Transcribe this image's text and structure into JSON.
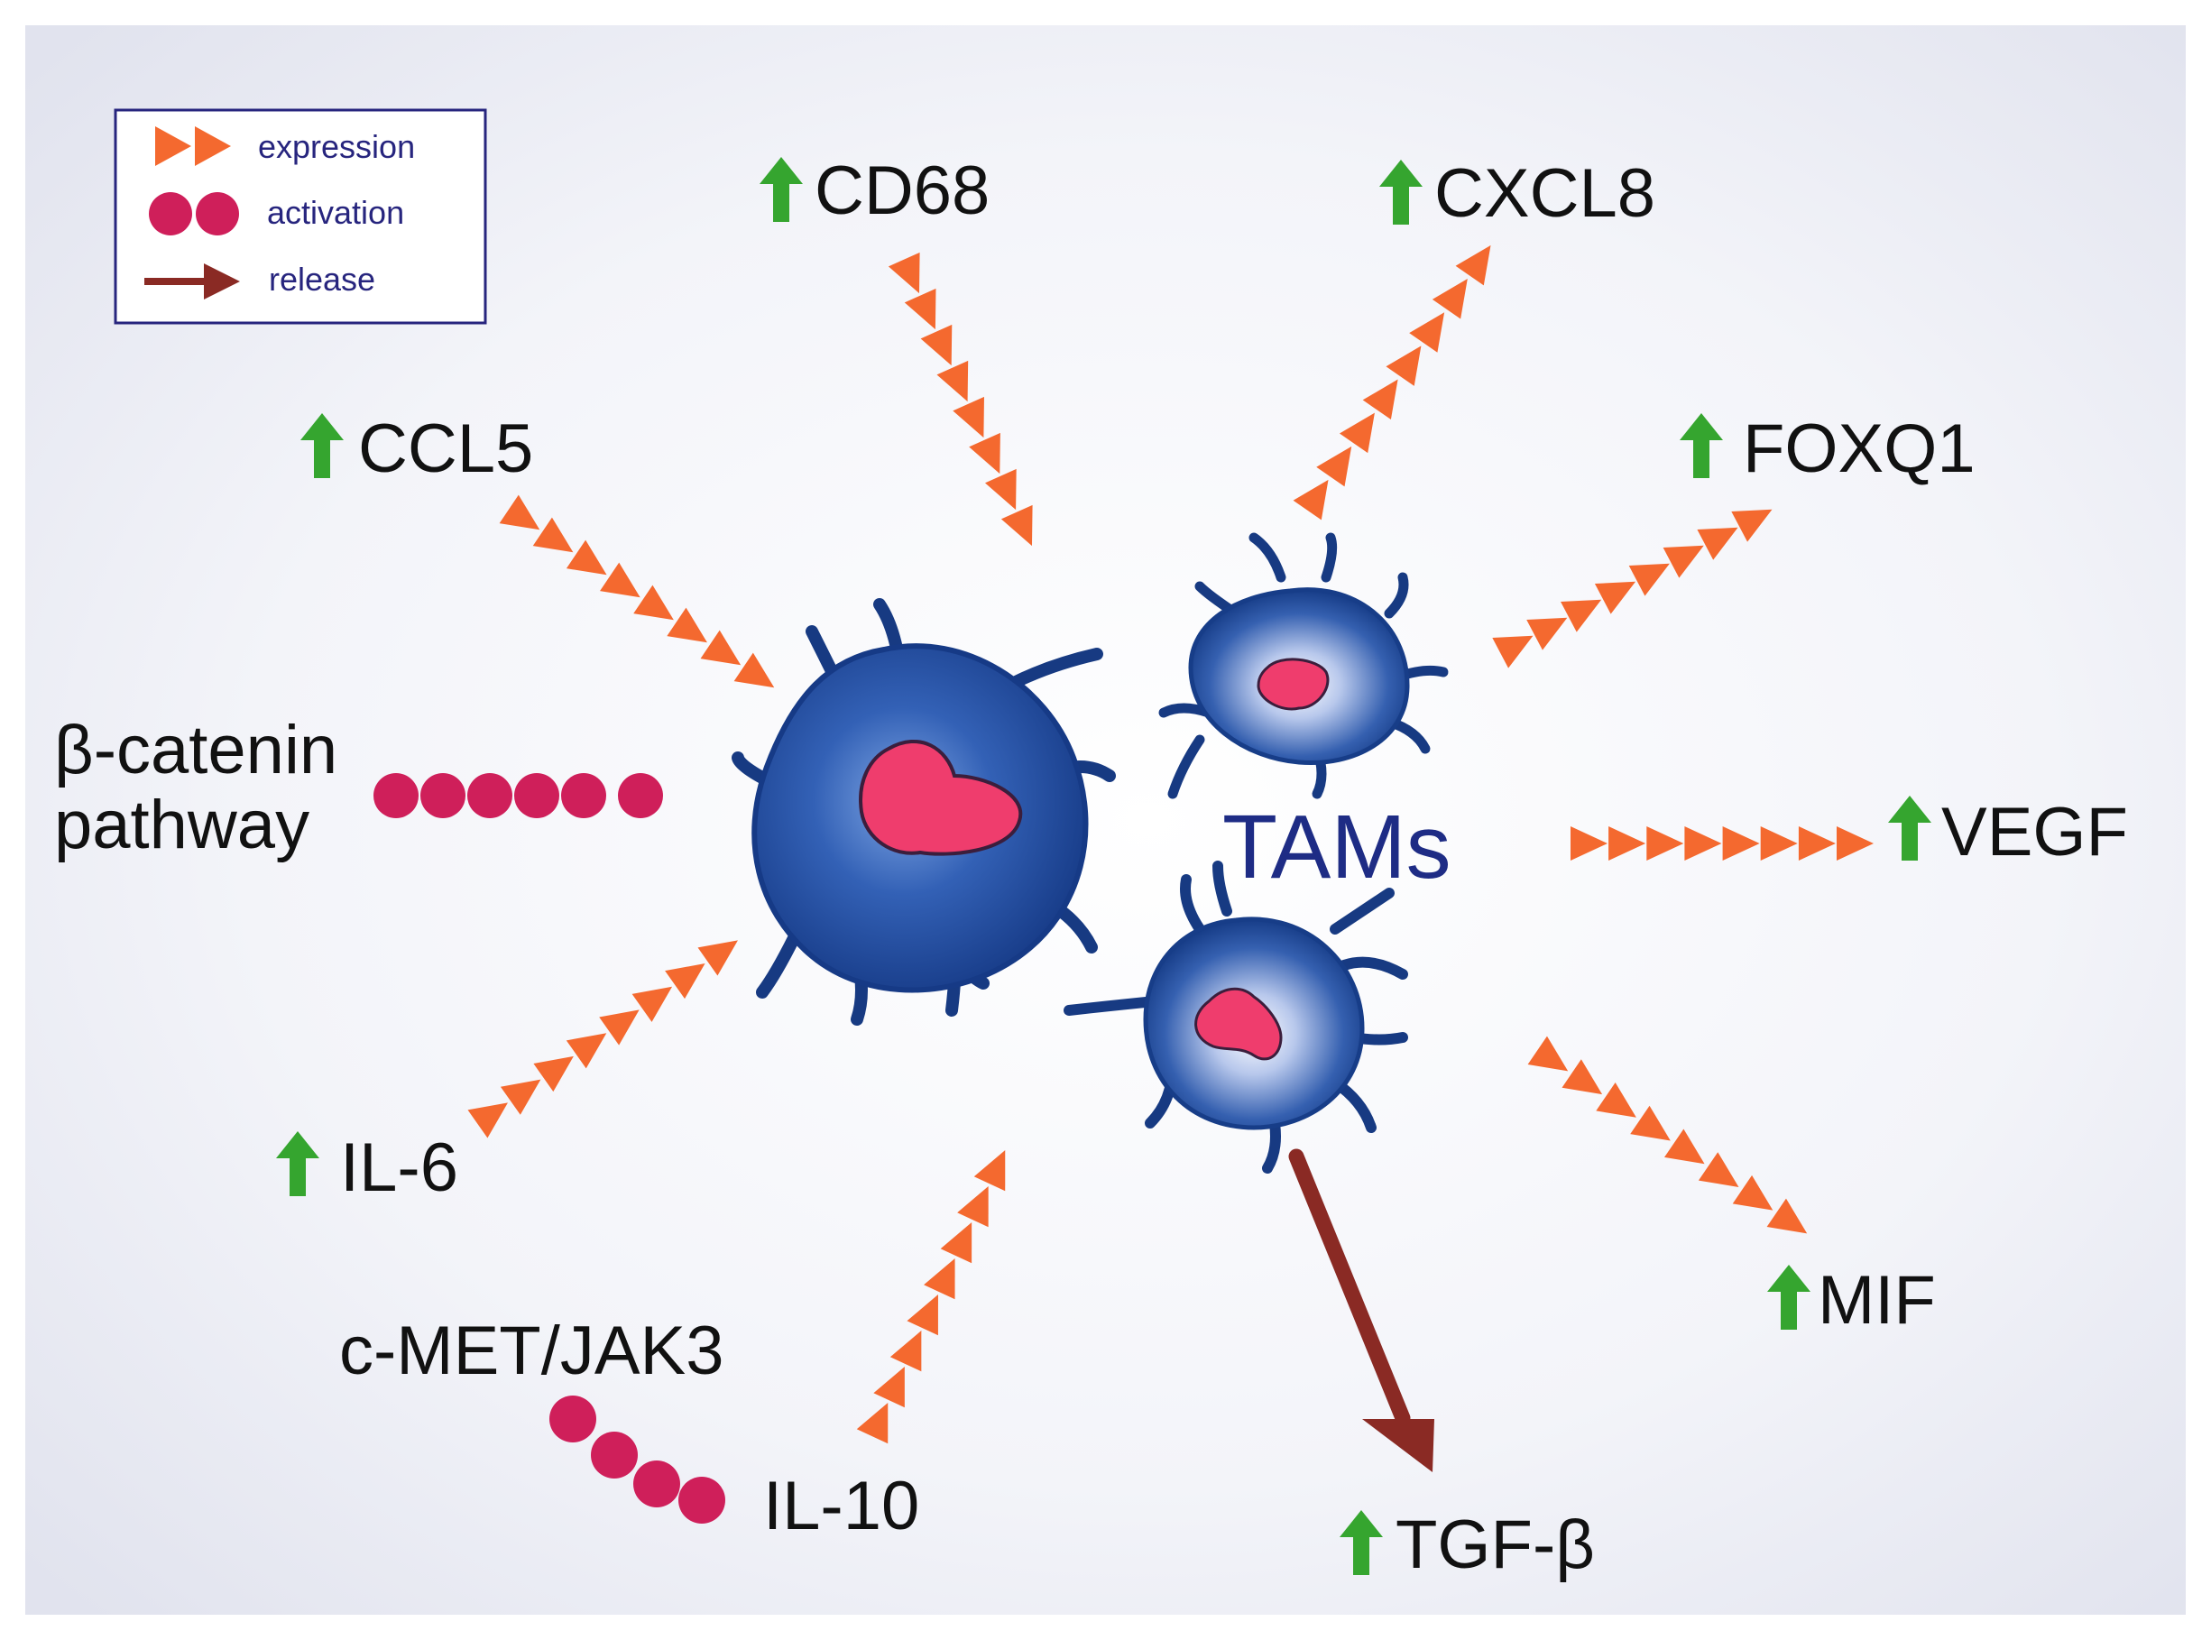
{
  "legend": {
    "expression_label": "expression",
    "activation_label": "activation",
    "release_label": "release"
  },
  "cell_label": "TAMs",
  "markers": {
    "cd68": "CD68",
    "cxcl8": "CXCL8",
    "ccl5": "CCL5",
    "foxq1": "FOXQ1",
    "vegf": "VEGF",
    "il6": "IL-6",
    "mif": "MIF",
    "il10": "IL-10",
    "tgfb": "TGF-β"
  },
  "pathways": {
    "beta_catenin_line1": "β-catenin",
    "beta_catenin_line2": "pathway",
    "cmet_jak3": "c-MET/JAK3"
  },
  "colors": {
    "expression": "#f4692f",
    "activation": "#cf1f5a",
    "release": "#8a2a24",
    "upregulated_arrow": "#35a52f",
    "cell_body": "#1b3f8f",
    "nucleus": "#ef3d6d",
    "legend_border": "#27257e"
  }
}
